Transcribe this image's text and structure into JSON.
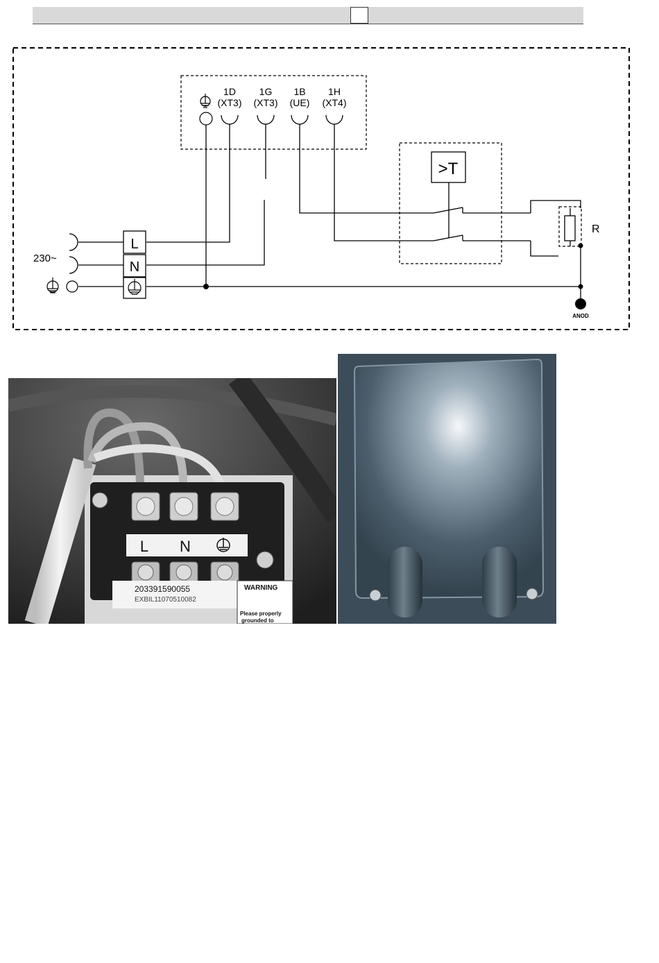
{
  "diagram": {
    "terminal_headers": [
      {
        "code": "1D",
        "sub": "(XT3)"
      },
      {
        "code": "1G",
        "sub": "(XT3)"
      },
      {
        "code": "1B",
        "sub": "(UE)"
      },
      {
        "code": "1H",
        "sub": "(XT4)"
      }
    ],
    "thermostat_label": ">T",
    "resistor_label": "R",
    "voltage_label": "230~",
    "block_labels": {
      "live": "L",
      "neutral": "N"
    },
    "anode_label": "ANOD"
  },
  "photo_terminal": {
    "labels": [
      "L",
      "N"
    ],
    "sticker_code": "203391590055",
    "sticker_serial": "EXBIL11070510082",
    "warning_title": "WARNING",
    "warning_text": [
      "Please properly",
      "grounded to"
    ]
  },
  "colors": {
    "line": "#000000",
    "header_bar": "#d9d9d9"
  }
}
